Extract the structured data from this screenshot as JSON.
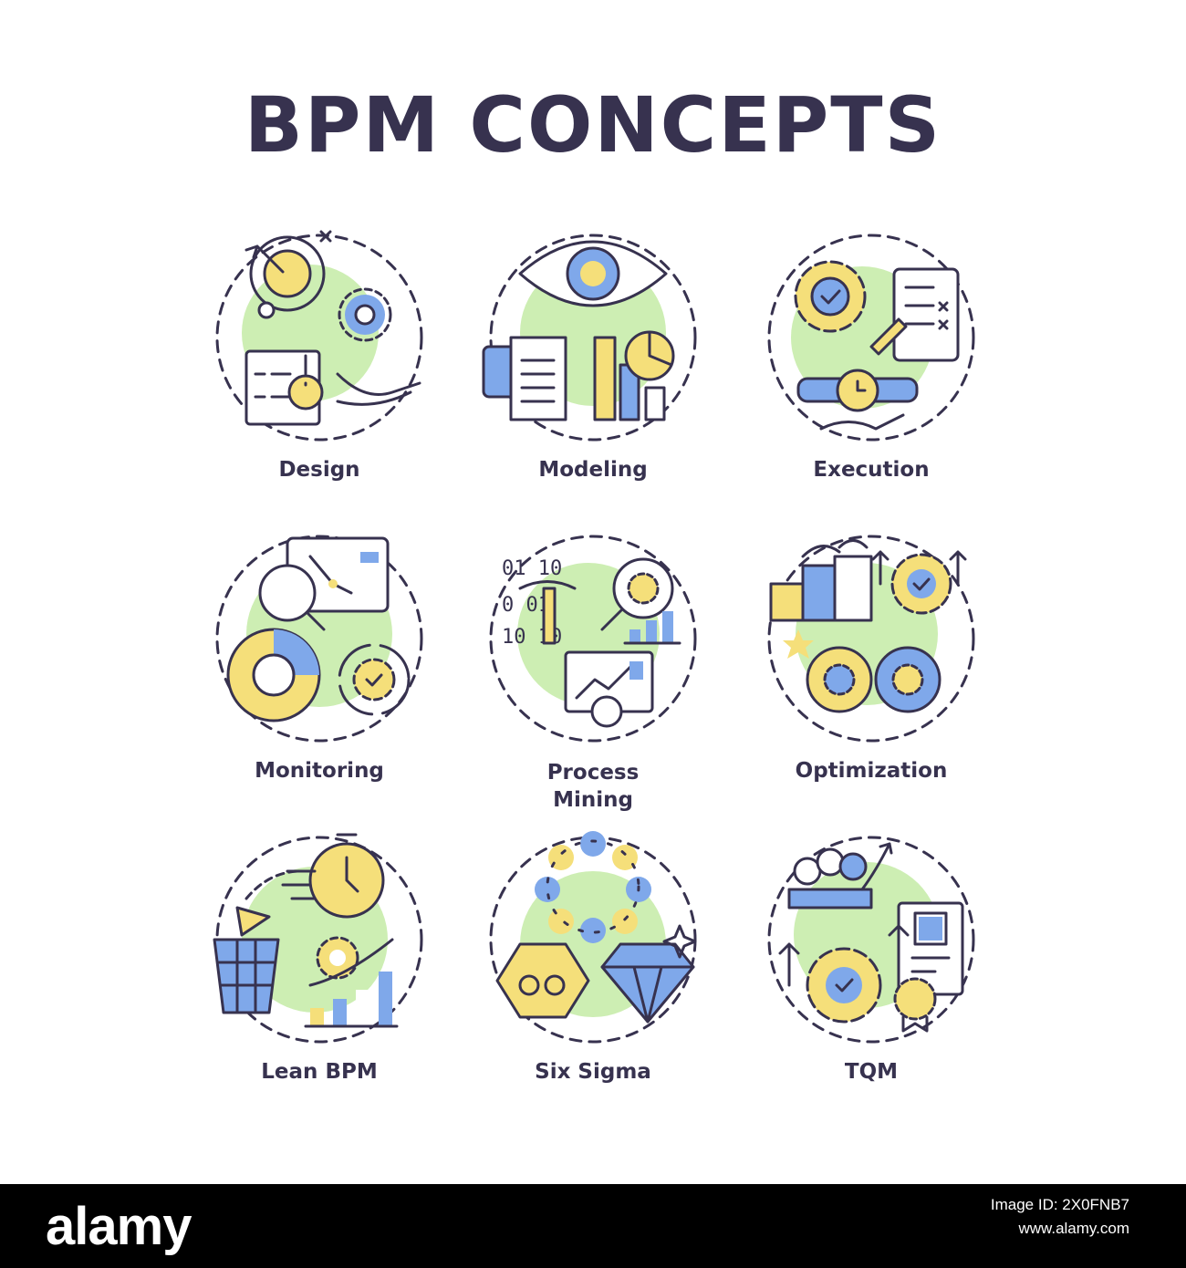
{
  "title": "BPM CONCEPTS",
  "icons": [
    {
      "label": "Design",
      "icon": "design-icon"
    },
    {
      "label": "Modeling",
      "icon": "modeling-icon"
    },
    {
      "label": "Execution",
      "icon": "execution-icon"
    },
    {
      "label": "Monitoring",
      "icon": "monitoring-icon"
    },
    {
      "label": "Process\nMining",
      "icon": "process-mining-icon"
    },
    {
      "label": "Optimization",
      "icon": "optimization-icon"
    },
    {
      "label": "Lean BPM",
      "icon": "lean-bpm-icon"
    },
    {
      "label": "Six Sigma",
      "icon": "six-sigma-icon"
    },
    {
      "label": "TQM",
      "icon": "tqm-icon"
    }
  ],
  "footer": {
    "brand": "alamy",
    "image_id": "Image ID: 2X0FNB7",
    "site": "www.alamy.com"
  },
  "colors": {
    "ink": "#37324f",
    "yellow": "#f5df7a",
    "blue": "#7fa8ea",
    "green": "#cdeeb3"
  }
}
